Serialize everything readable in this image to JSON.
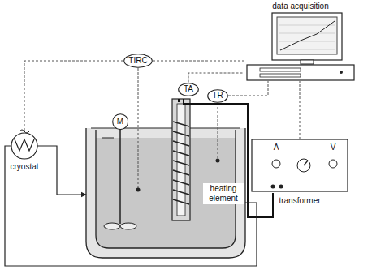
{
  "diagram": {
    "nodes": [
      {
        "text": [
          "data acquisition"
        ]
      },
      {
        "text": [
          "TIRC"
        ]
      },
      {
        "text": [
          "M"
        ]
      },
      {
        "text": [
          "TA"
        ]
      },
      {
        "text": [
          "TR"
        ]
      },
      {
        "text": [
          "transformer"
        ]
      }
    ],
    "edges": [
      {
        "from": 1,
        "to": 0,
        "arrow": "none"
      },
      {
        "from": 3,
        "to": 0,
        "arrow": "none"
      },
      {
        "from": 4,
        "to": 0,
        "arrow": "none"
      },
      {
        "from": 5,
        "to": 0,
        "arrow": "none"
      }
    ],
    "labels": [
      "A",
      "V",
      "heating element",
      "cryostat"
    ]
  }
}
